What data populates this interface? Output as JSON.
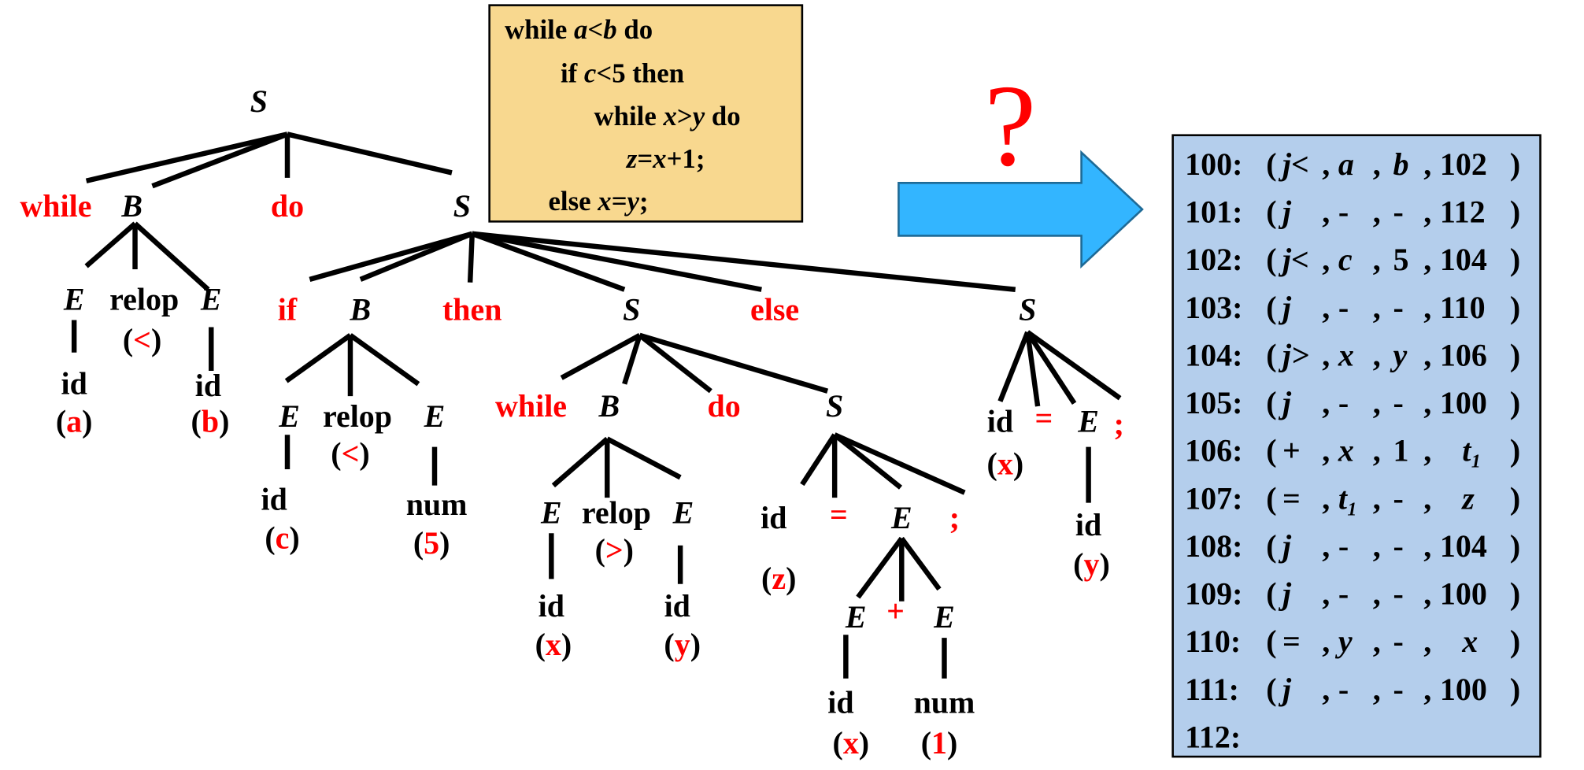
{
  "paren_open": "(",
  "paren_close": ")",
  "tree": {
    "root": "S",
    "l1": [
      "while",
      "B",
      "do",
      "S"
    ],
    "b1": {
      "e1": "E",
      "relop": "relop",
      "relop_val": "<",
      "e2": "E",
      "id1": "id",
      "id1_val": "a",
      "id2": "id",
      "id2_val": "b"
    },
    "l2": [
      "if",
      "B",
      "then",
      "S",
      "else",
      "S"
    ],
    "b2": {
      "e1": "E",
      "relop": "relop",
      "relop_val": "<",
      "e2": "E",
      "id": "id",
      "id_val": "c",
      "num": "num",
      "num_val": "5"
    },
    "s_while": [
      "while",
      "B",
      "do",
      "S"
    ],
    "b3": {
      "e1": "E",
      "relop": "relop",
      "relop_val": ">",
      "e2": "E",
      "id1": "id",
      "id1_val": "x",
      "id2": "id",
      "id2_val": "y"
    },
    "assign1": {
      "id": "id",
      "id_val": "z",
      "eq": "=",
      "e": "E",
      "semi": ";",
      "e1": "E",
      "plus": "+",
      "e2": "E",
      "id2": "id",
      "id2_val": "x",
      "num": "num",
      "num_val": "1"
    },
    "assign2": {
      "id": "id",
      "id_val": "x",
      "eq": "=",
      "e": "E",
      "semi": ";",
      "id2": "id",
      "id2_val": "y"
    }
  },
  "code": [
    [
      {
        "t": "while "
      },
      {
        "t": "a",
        "i": true
      },
      {
        "t": "<"
      },
      {
        "t": "b",
        "i": true
      },
      {
        "t": " do"
      }
    ],
    [
      {
        "t": "if "
      },
      {
        "t": "c",
        "i": true
      },
      {
        "t": "<5 then"
      }
    ],
    [
      {
        "t": "while "
      },
      {
        "t": "x",
        "i": true
      },
      {
        "t": ">"
      },
      {
        "t": "y",
        "i": true
      },
      {
        "t": " do"
      }
    ],
    [
      {
        "t": "z",
        "i": true
      },
      {
        "t": "="
      },
      {
        "t": "x",
        "i": true
      },
      {
        "t": "+1;"
      }
    ],
    [
      {
        "t": "else "
      },
      {
        "t": "x",
        "i": true
      },
      {
        "t": "="
      },
      {
        "t": "y",
        "i": true
      },
      {
        "t": ";"
      }
    ]
  ],
  "question_mark": "?",
  "quads": [
    {
      "label": "100:",
      "op": "j<",
      "a1": "a",
      "a2": "b",
      "res": "102"
    },
    {
      "label": "101:",
      "op": "j",
      "a1": "-",
      "a2": "-",
      "res": "112"
    },
    {
      "label": "102:",
      "op": "j<",
      "a1": "c",
      "a2": "5",
      "res": "104"
    },
    {
      "label": "103:",
      "op": "j",
      "a1": "-",
      "a2": "-",
      "res": "110"
    },
    {
      "label": "104:",
      "op": "j>",
      "a1": "x",
      "a2": "y",
      "res": "106"
    },
    {
      "label": "105:",
      "op": "j",
      "a1": "-",
      "a2": "-",
      "res": "100"
    },
    {
      "label": "106:",
      "op": "+",
      "a1": "x",
      "a2": "1",
      "res": "t₁"
    },
    {
      "label": "107:",
      "op": "=",
      "a1": "t₁",
      "a2": "-",
      "res": "z"
    },
    {
      "label": "108:",
      "op": "j",
      "a1": "-",
      "a2": "-",
      "res": "104"
    },
    {
      "label": "109:",
      "op": "j",
      "a1": "-",
      "a2": "-",
      "res": "100"
    },
    {
      "label": "110:",
      "op": "=",
      "a1": "y",
      "a2": "-",
      "res": "x"
    },
    {
      "label": "111:",
      "op": "j",
      "a1": "-",
      "a2": "-",
      "res": "100"
    },
    {
      "label": "112:"
    }
  ],
  "colors": {
    "code_bg": "#F8D88F",
    "arrow": "#33B5FF",
    "arrow_stroke": "#1E6A96",
    "quad_bg": "#B4CEEC",
    "keyword": "#FF0000"
  }
}
